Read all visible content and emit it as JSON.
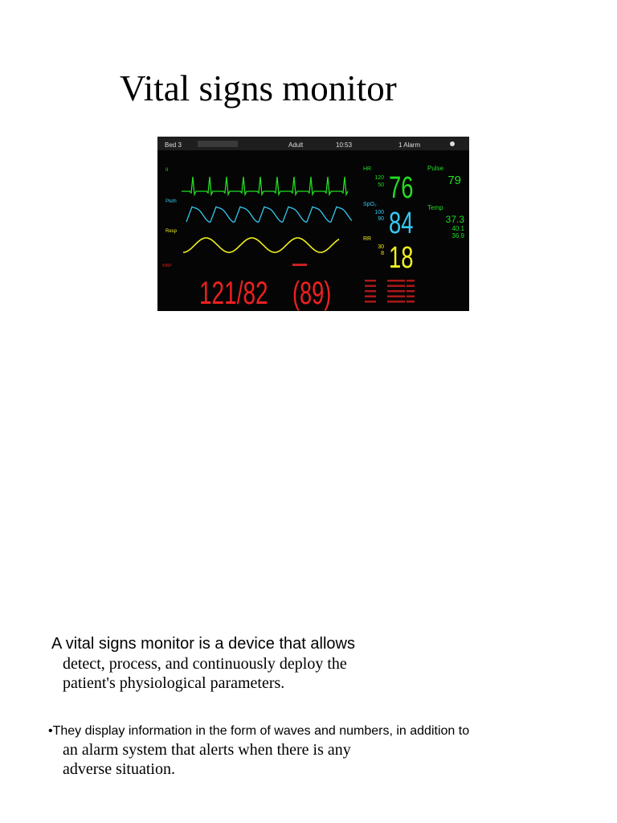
{
  "page": {
    "title": "Vital signs monitor",
    "paragraph1": {
      "lead": "A vital signs monitor is a device that allows",
      "line2": "detect, process, and continuously deploy the",
      "line3": "patient's physiological parameters."
    },
    "paragraph2": {
      "lead": "•They display information in the form of waves and numbers, in addition to",
      "line2": "an alarm system that alerts when there is any",
      "line3": "adverse situation."
    }
  },
  "monitor": {
    "topbar": {
      "bed": "Bed 3",
      "mode": "Adult",
      "time": "10:53",
      "alarm": "1 Alarm"
    },
    "hr": {
      "label": "HR",
      "high": "120",
      "low": "50",
      "value": "76",
      "color": "#22dd22"
    },
    "pulse": {
      "label": "Pulse",
      "value": "79",
      "color": "#22dd22"
    },
    "spo2": {
      "label": "SpO₂",
      "high": "100",
      "low": "90",
      "value": "84",
      "color": "#33c8f0"
    },
    "temp": {
      "label": "Temp",
      "value": "37.3",
      "high": "40.1",
      "low": "36.9",
      "color": "#22dd22"
    },
    "rr": {
      "label": "RR",
      "high": "30",
      "low": "8",
      "value": "18",
      "color": "#f0f020"
    },
    "nibp": {
      "label": "NIBP",
      "value": "121/82",
      "mean": "(89)",
      "color": "#ee2020"
    },
    "waves": {
      "ecg_label": "II",
      "pleth_label": "Pleth",
      "resp_label": "Resp",
      "ecg_color": "#22dd22",
      "pleth_color": "#33c8f0",
      "resp_color": "#f0f020"
    }
  }
}
